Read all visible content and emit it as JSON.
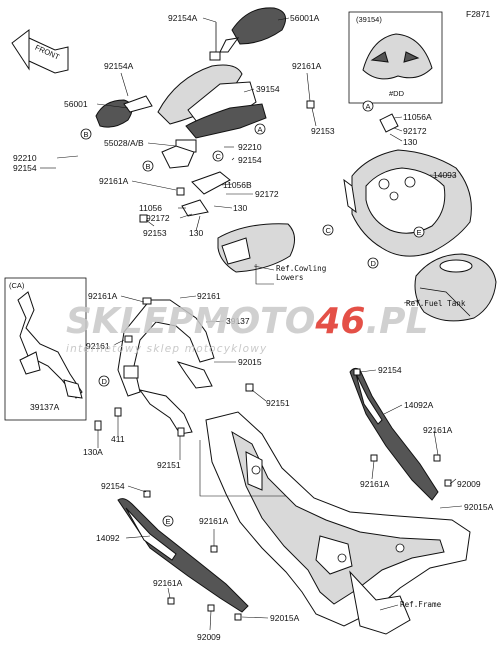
{
  "figure_code": "F2871",
  "arrow_label": "FRONT",
  "inset_top": {
    "title": "(39154)",
    "caption": "#DD"
  },
  "inset_left": {
    "title": "(CA)",
    "part": "39137A"
  },
  "watermark": {
    "main_a": "SKLEP",
    "main_b": "MOTO",
    "main_c": "46",
    "main_d": ".PL",
    "sub": "internetowy sklep motocyklowy"
  },
  "labels": {
    "p92154A_top": "92154A",
    "p56001A": "56001A",
    "p92154A_left": "92154A",
    "p92161A_top": "92161A",
    "p56001": "56001",
    "p39154": "39154",
    "p92153_r": "92153",
    "p11056A": "11056A",
    "p92172_r": "92172",
    "p130_r": "130",
    "p55028": "55028/A/B",
    "p92210_mid": "92210",
    "p92154_mid": "92154",
    "p14093": "14093",
    "p92210_l": "92210",
    "p92154_l": "92154",
    "p92161A_l": "92161A",
    "p11056B": "11056B",
    "p92172_m": "92172",
    "p11056": "11056",
    "p130_m": "130",
    "p92172_l": "92172",
    "p92153_l": "92153",
    "p130_b": "130",
    "ref_cowling": "Ref.Cowling\nLowers",
    "ref_fuel_tank": "Ref.Fuel Tank",
    "p92161A_frame": "92161A",
    "p92161_frame_r": "92161",
    "p92161_frame_l": "92161",
    "p39137": "39137",
    "p92015": "92015",
    "p92154_rb": "92154",
    "p14092A": "14092A",
    "p92151_r": "92151",
    "p130A": "130A",
    "p411": "411",
    "p92151_l": "92151",
    "p92161A_rb": "92161A",
    "p92161A_rb2": "92161A",
    "p92009_r": "92009",
    "p92015A_r": "92015A",
    "p92154_lb": "92154",
    "p14092": "14092",
    "p92161A_lb": "92161A",
    "p92161A_lb2": "92161A",
    "p92015A_b": "92015A",
    "p92009_b": "92009",
    "ref_frame": "Ref.Frame"
  },
  "callouts": {
    "A": "A",
    "B": "B",
    "C": "C",
    "D": "D",
    "E": "E"
  },
  "colors": {
    "watermark_grey": "#c8c8c8",
    "watermark_red": "#e03228",
    "watermark_sub": "#c0c0c0"
  }
}
